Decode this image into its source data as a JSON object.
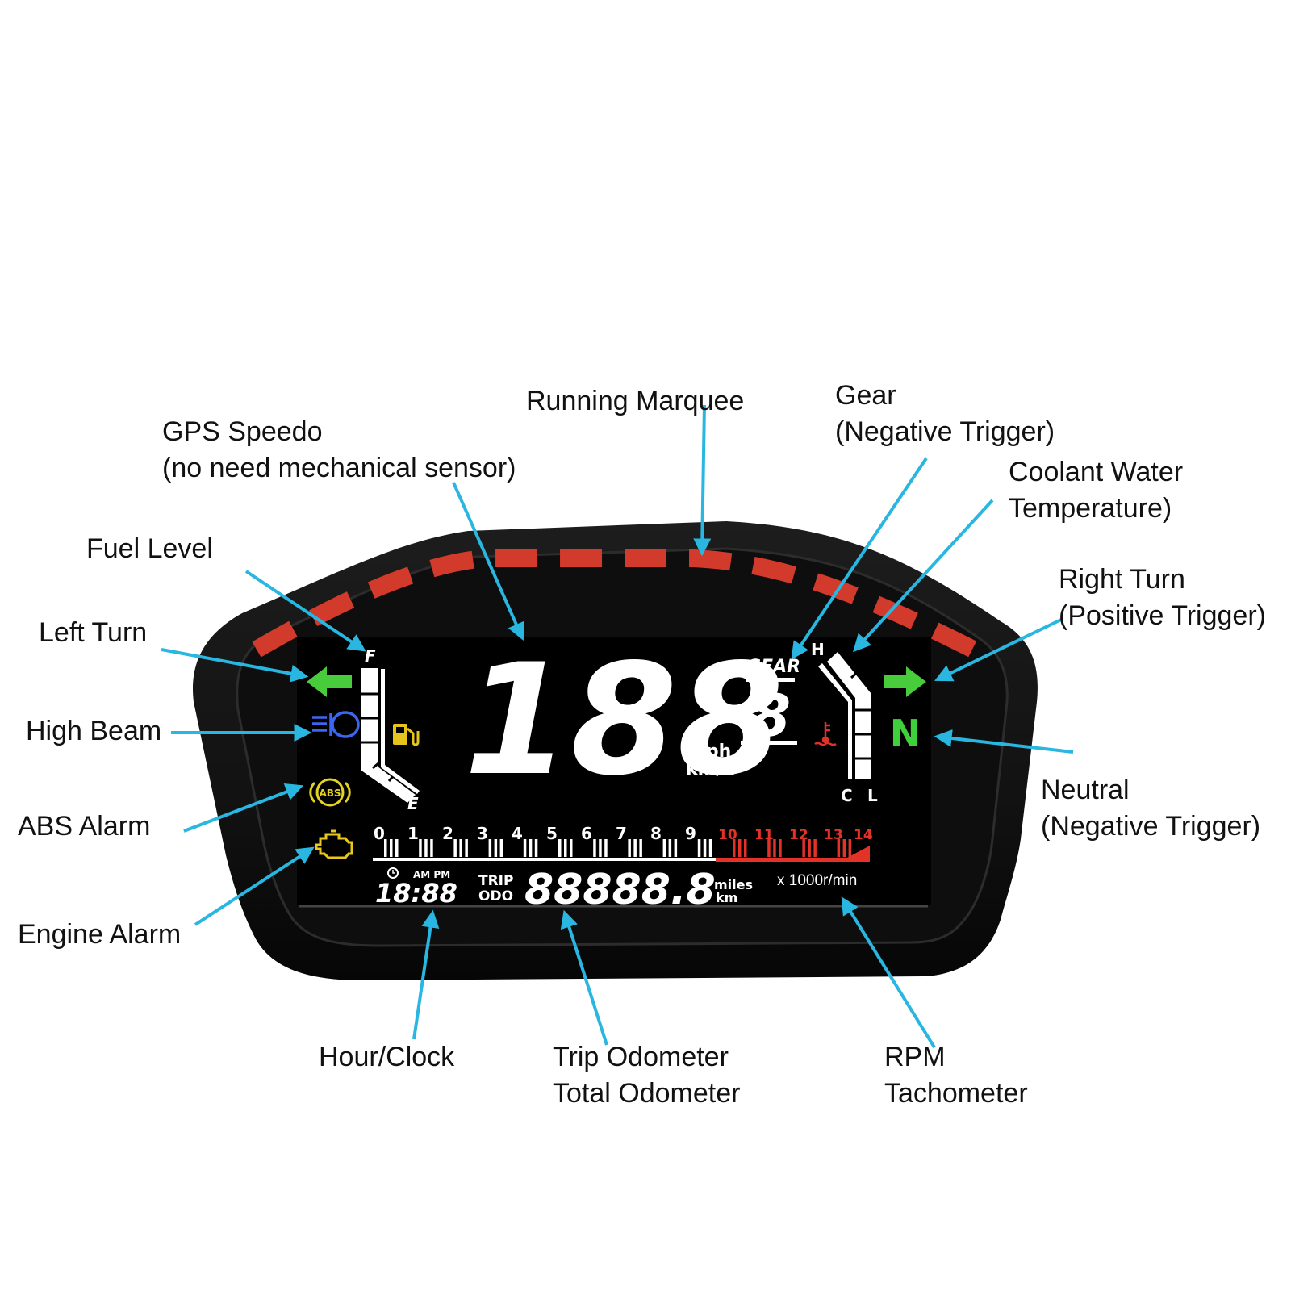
{
  "display": {
    "speed": "188",
    "speed_units": [
      "mph",
      "km/h"
    ],
    "gear_label": "GEAR",
    "gear_value": "8",
    "fuel_full": "F",
    "fuel_empty": "E",
    "temp_hot": "H",
    "temp_cold": "C",
    "temp_low": "L",
    "neutral": "N",
    "abs": "ABS",
    "rpm_ticks": [
      "0",
      "1",
      "2",
      "3",
      "4",
      "5",
      "6",
      "7",
      "8",
      "9",
      "10",
      "11",
      "12",
      "13",
      "14"
    ],
    "rpm_unit": "x 1000r/min",
    "clock": "18:88",
    "ampm": "AM PM",
    "trip_label": "TRIP",
    "odo_label": "ODO",
    "odometer": "88888.8",
    "distance_units": [
      "miles",
      "km"
    ]
  },
  "labels": {
    "running_marquee": "Running Marquee",
    "gps_speedo": [
      "GPS Speedo",
      "(no need mechanical sensor)"
    ],
    "gear": [
      "Gear",
      "(Negative Trigger)"
    ],
    "coolant": [
      "Coolant Water",
      "Temperature)"
    ],
    "fuel_level": "Fuel Level",
    "left_turn": "Left Turn",
    "right_turn": [
      "Right Turn",
      "(Positive Trigger)"
    ],
    "high_beam": "High Beam",
    "abs_alarm": "ABS Alarm",
    "neutral": [
      "Neutral",
      "(Negative Trigger)"
    ],
    "engine_alarm": "Engine Alarm",
    "hour_clock": "Hour/Clock",
    "odometer": [
      "Trip Odometer",
      "Total Odometer"
    ],
    "rpm": [
      "RPM",
      "Tachometer"
    ]
  },
  "colors": {
    "arrow": "#29b6e0",
    "marquee_red": "#d23a2c",
    "turn_green": "#49cc3c",
    "neutral_green": "#3fd03b",
    "high_beam_blue": "#3c66f0",
    "abs_yellow": "#e3d21f",
    "engine_yellow": "#e8c81d",
    "fuel_yellow": "#e6c41c",
    "temp_red": "#e0322a",
    "rpm_red": "#e33227"
  },
  "icons": [
    "left-turn-arrow-icon",
    "right-turn-arrow-icon",
    "high-beam-icon",
    "abs-icon",
    "engine-check-icon",
    "fuel-pump-icon",
    "coolant-temperature-icon",
    "clock-icon"
  ]
}
